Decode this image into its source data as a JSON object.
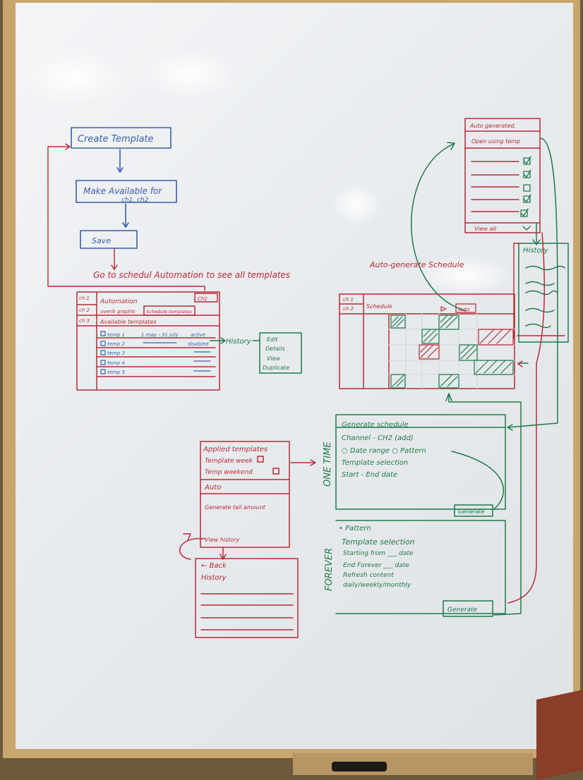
{
  "flow": {
    "create_template": "Create Template",
    "make_available": "Make Available for",
    "make_available_sub": "ch1, ch2",
    "save": "Save",
    "goto_note": "Go to schedul Automation to see all templates"
  },
  "automation_panel": {
    "channels": [
      "ch 1",
      "ch 2",
      "ch 3"
    ],
    "title": "Automation",
    "tab_overlay": "overlk graphic",
    "tab_templates": "Schedule templates",
    "corner_label": "Ch2",
    "subtitle": "Available templates",
    "rows": [
      {
        "name": "temp 1",
        "date": "1 may - 31 july",
        "status": "active"
      },
      {
        "name": "temp 2",
        "date": "",
        "status": "disabled"
      },
      {
        "name": "temp 3",
        "date": "",
        "status": ""
      },
      {
        "name": "temp 4",
        "date": "",
        "status": ""
      },
      {
        "name": "temp 5",
        "date": "",
        "status": ""
      }
    ],
    "history_link": "History",
    "context_menu": [
      "Edit",
      "Details",
      "View",
      "Duplicate"
    ]
  },
  "autogen_popup": {
    "title": "Auto generated.",
    "item_open": "Open using temp",
    "view_all": "View all"
  },
  "history_panel": {
    "title": "History"
  },
  "schedule_panel": {
    "heading": "Auto-generate Schedule",
    "channels": [
      "ch 1",
      "ch 2"
    ],
    "label": "Schedule",
    "auto_button": "Auto"
  },
  "generate_panel": {
    "one_time_label": "ONE TIME",
    "forever_label": "FOREVER",
    "title": "Generate schedule",
    "channel": "Channel - CH2 (add)",
    "choice": "○ Date range   ○ Pattern",
    "template_selection": "Template selection",
    "start_end": "Start - End date",
    "generate_button": "Generate",
    "forever_lines": [
      "• Pattern",
      "Template selection",
      "Starting from ___ date",
      "End Forever ___ date",
      "Refresh content",
      "daily/weekly/monthly"
    ],
    "forever_button": "Generate"
  },
  "applied_panel": {
    "title": "Applied templates",
    "template_week": "Template week",
    "template_weekend": "Temp weekend",
    "auto": "Auto",
    "generate": "Generate tail amount",
    "history_link": "View history"
  },
  "back_panel": {
    "back": "← Back",
    "title": "History"
  },
  "ink_colors": {
    "blue": "#3c5fa8",
    "red": "#b82b34",
    "green": "#1f7a4a",
    "dark": "#2a2a2a"
  }
}
